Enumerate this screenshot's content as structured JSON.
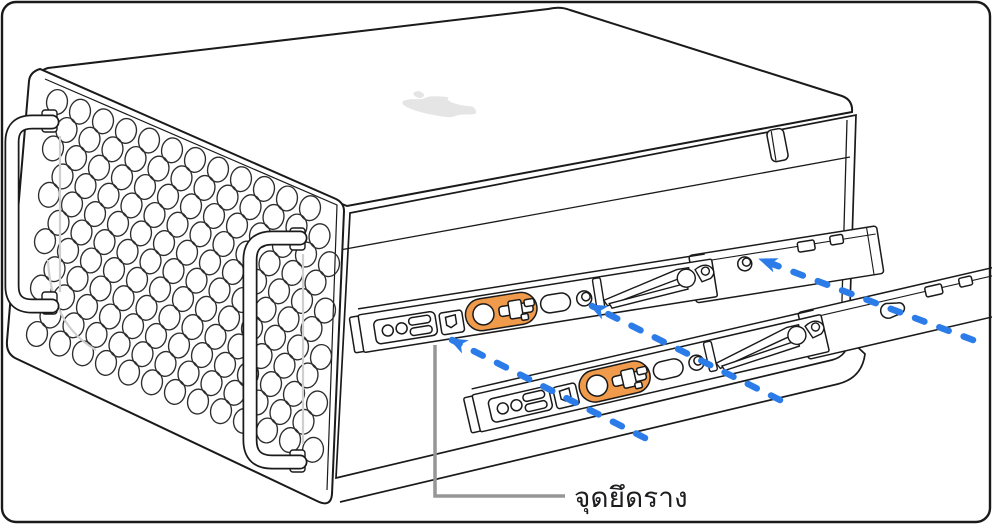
{
  "figure": {
    "description": "Mac Pro on its side with rack rails aligned to its mounting points by dashed arrows",
    "callout_label": "จุดยึดราง",
    "arrows": {
      "style": "dashed",
      "count": 3
    },
    "colors": {
      "line": "#1A1A1A",
      "rail_accent_orange": "#F09B4B",
      "arrow_blue": "#2B7CE8",
      "callout_gray": "#969696",
      "apple_logo_gray": "#E5E5E5",
      "label_text": "#1D1D1F",
      "background": "#FFFFFF"
    }
  }
}
